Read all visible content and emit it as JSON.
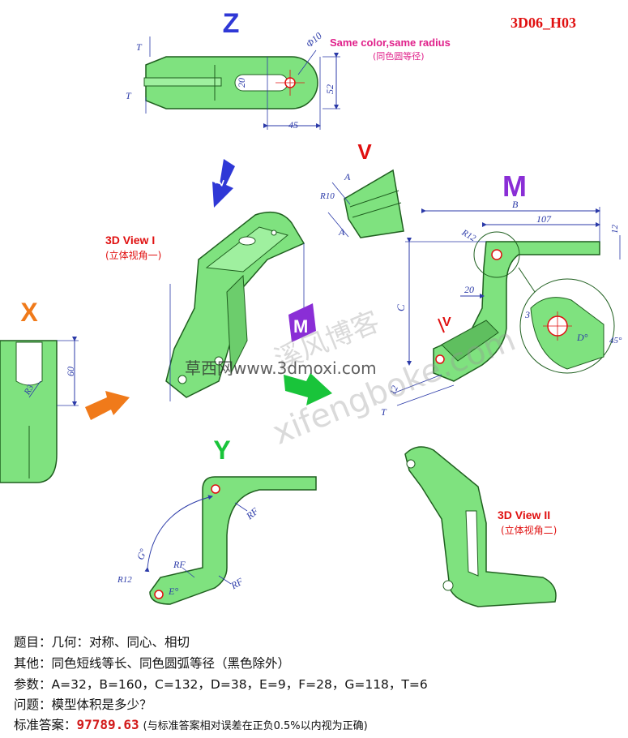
{
  "header": {
    "code": "3D06_H03",
    "view_letter_z": "Z",
    "note_line1": "Same color,same radius",
    "note_line2": "(同色圆等径)"
  },
  "views": {
    "v": "V",
    "m": "M",
    "x": "X",
    "y": "Y",
    "view1_title": "3D View I",
    "view1_sub": "(立体视角一)",
    "view2_title": "3D View II",
    "view2_sub": "(立体视角二)"
  },
  "dimensions": {
    "phi10": "Φ10",
    "dim20_top": "20",
    "dim52": "52",
    "dim45": "45",
    "t": "T",
    "a": "A",
    "r10": "R10",
    "b": "B",
    "dim107": "107",
    "dim12_right": "12",
    "r12_m": "R12",
    "dim20_m": "20",
    "c": "C",
    "dim3": "3",
    "d": "D°",
    "deg45": "45°",
    "dim12_bottom": "12",
    "dim60": "60",
    "r3": "R3",
    "rf": "RF",
    "g": "G°",
    "r12_y": "R12",
    "e": "E°"
  },
  "watermarks": {
    "site": "草西网www.3dmoxi.com",
    "blog_cn": "溪风博客",
    "blog_en": "xifengboke.com"
  },
  "info": {
    "topic": "题目：几何：对称、同心、相切",
    "other": "其他：同色短线等长、同色圆弧等径（黑色除外）",
    "params": "参数：A=32，B=160，C=132，D=38，E=9，F=28，G=118，T=6",
    "question": "问题：模型体积是多少？",
    "answer_label": "标准答案：",
    "answer_value": "97789.63",
    "answer_note": "(与标准答案相对误差在正负0.5%以内视为正确)"
  },
  "colors": {
    "part_green": "#7fe27f",
    "edge_dark": "#1f5f1f",
    "dim_blue": "#2b3aa8",
    "letter_blue": "#2f38d6",
    "letter_red": "#e01010",
    "letter_purple": "#8a2ed6",
    "letter_orange": "#f07a1a",
    "letter_green": "#19c43a"
  }
}
